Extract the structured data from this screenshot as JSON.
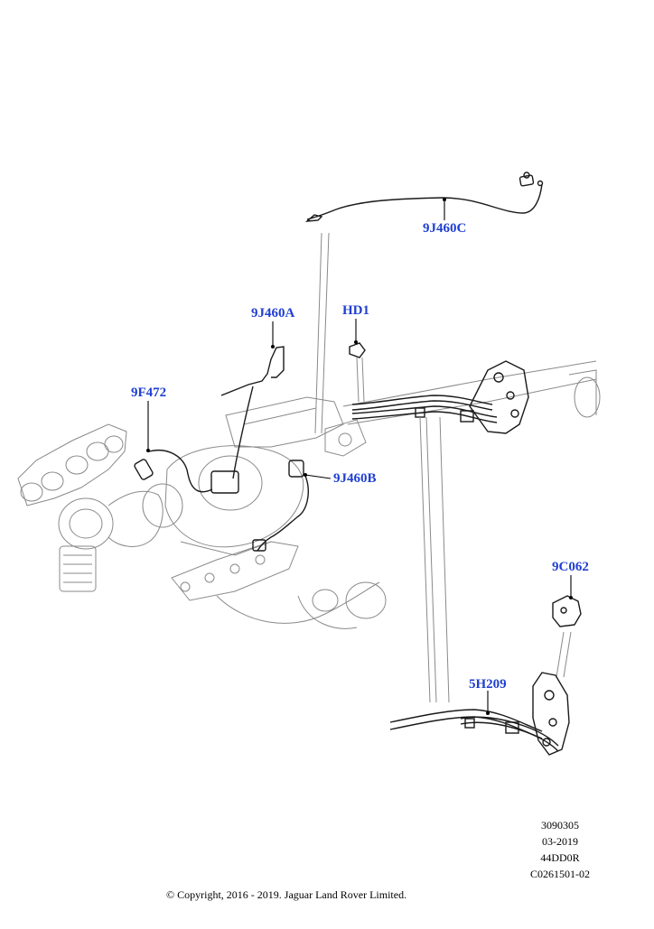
{
  "diagram": {
    "callouts": [
      {
        "id": "9J460C",
        "label": "9J460C"
      },
      {
        "id": "9J460A",
        "label": "9J460A"
      },
      {
        "id": "HD1",
        "label": "HD1"
      },
      {
        "id": "9F472",
        "label": "9F472"
      },
      {
        "id": "9J460B",
        "label": "9J460B"
      },
      {
        "id": "9C062",
        "label": "9C062"
      },
      {
        "id": "5H209",
        "label": "5H209"
      }
    ],
    "callout_color": "#1f3fd1",
    "line_color": "#8a8a8a"
  },
  "meta": {
    "code1": "3090305",
    "date": "03-2019",
    "code2": "44DD0R",
    "code3": "C0261501-02"
  },
  "footer": {
    "copyright": "© Copyright, 2016 - 2019. Jaguar Land Rover Limited."
  }
}
